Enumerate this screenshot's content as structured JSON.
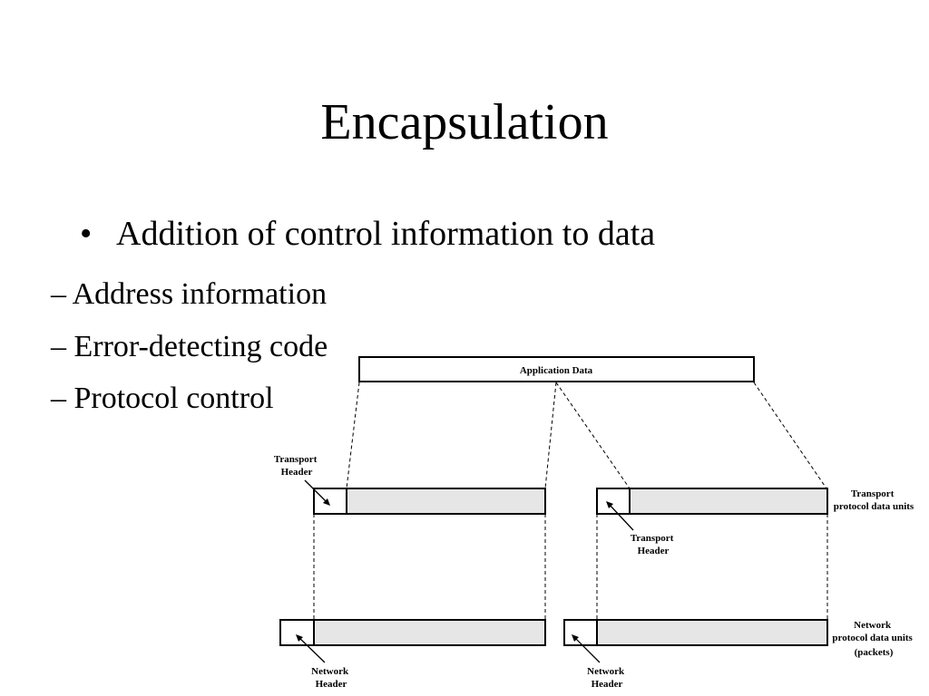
{
  "slide": {
    "title": "Encapsulation",
    "bullet_symbol": "•",
    "bullet": "Addition of control information to data",
    "sub_bullets": [
      "– Address information",
      "– Error-detecting code",
      "– Protocol control"
    ]
  },
  "diagram": {
    "application_data_label": "Application Data",
    "transport_header_label": [
      "Transport",
      "Header"
    ],
    "transport_pdu_label": [
      "Transport",
      "protocol data units"
    ],
    "network_header_label": [
      "Network",
      "Header"
    ],
    "network_pdu_label": [
      "Network",
      "protocol data units",
      "(packets)"
    ]
  },
  "colors": {
    "payload_fill": "#e6e6e6",
    "header_fill": "#ffffff",
    "stroke": "#000000"
  }
}
